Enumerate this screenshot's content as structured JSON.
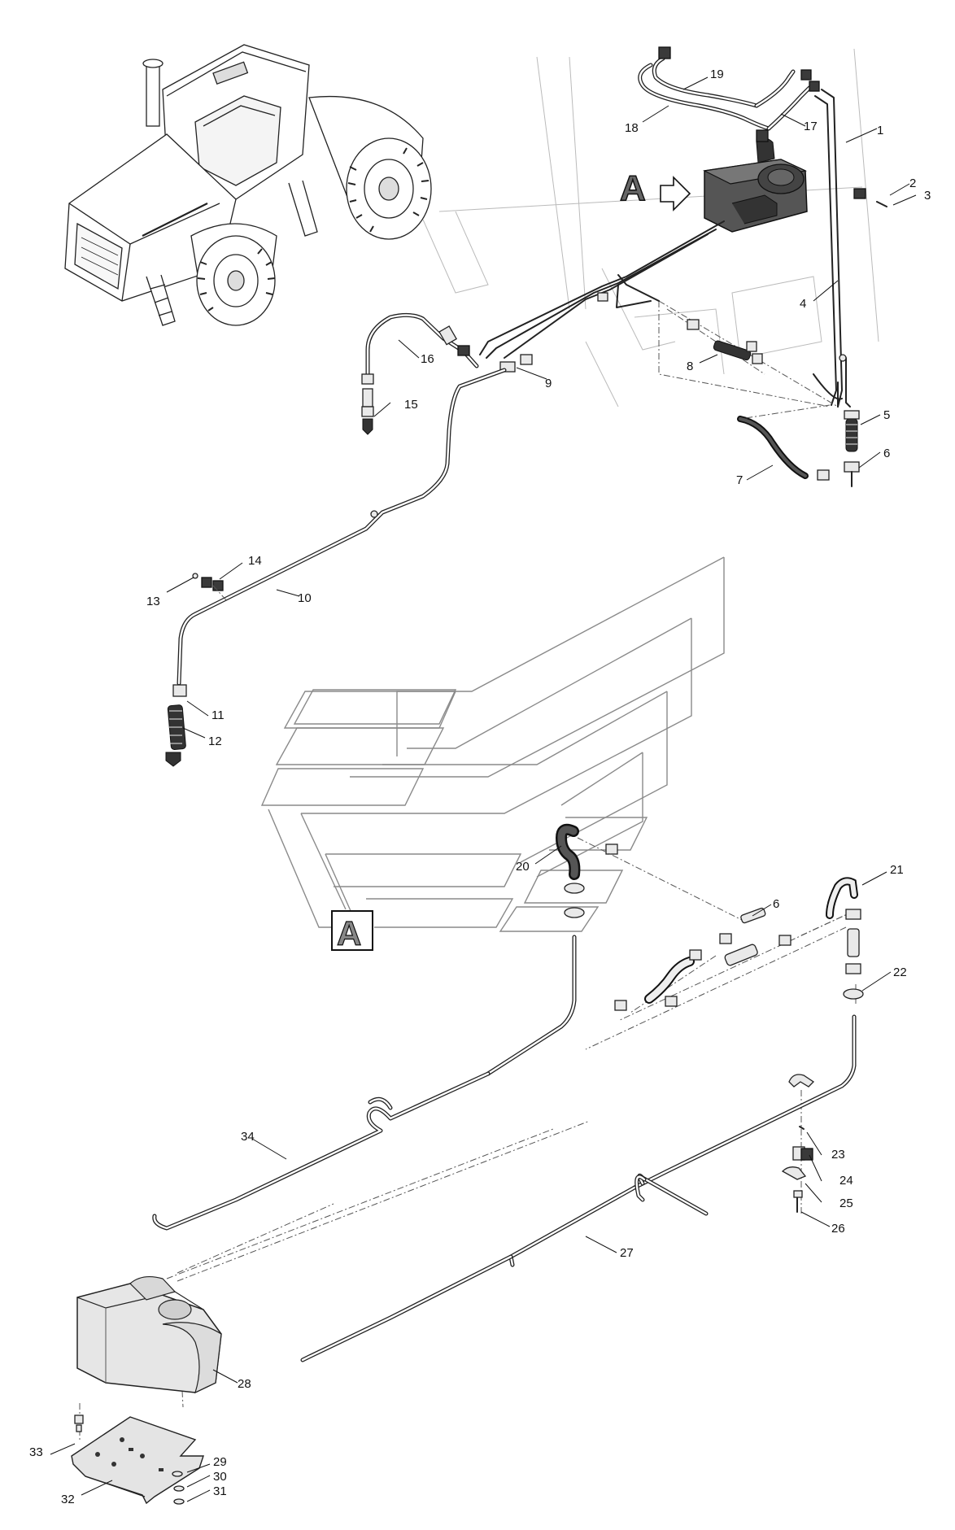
{
  "view_label": "A",
  "callouts": [
    {
      "id": "c1",
      "text": "1"
    },
    {
      "id": "c2",
      "text": "2"
    },
    {
      "id": "c3",
      "text": "3"
    },
    {
      "id": "c4",
      "text": "4"
    },
    {
      "id": "c5",
      "text": "5"
    },
    {
      "id": "c6a",
      "text": "6"
    },
    {
      "id": "c7",
      "text": "7"
    },
    {
      "id": "c8",
      "text": "8"
    },
    {
      "id": "c9",
      "text": "9"
    },
    {
      "id": "c10",
      "text": "10"
    },
    {
      "id": "c11",
      "text": "11"
    },
    {
      "id": "c12",
      "text": "12"
    },
    {
      "id": "c13",
      "text": "13"
    },
    {
      "id": "c14",
      "text": "14"
    },
    {
      "id": "c15",
      "text": "15"
    },
    {
      "id": "c16",
      "text": "16"
    },
    {
      "id": "c17",
      "text": "17"
    },
    {
      "id": "c18",
      "text": "18"
    },
    {
      "id": "c19",
      "text": "19"
    },
    {
      "id": "c20",
      "text": "20"
    },
    {
      "id": "c21",
      "text": "21"
    },
    {
      "id": "c22",
      "text": "22"
    },
    {
      "id": "c6b",
      "text": "6"
    },
    {
      "id": "c23",
      "text": "23"
    },
    {
      "id": "c24",
      "text": "24"
    },
    {
      "id": "c25",
      "text": "25"
    },
    {
      "id": "c26",
      "text": "26"
    },
    {
      "id": "c27",
      "text": "27"
    },
    {
      "id": "c28",
      "text": "28"
    },
    {
      "id": "c29",
      "text": "29"
    },
    {
      "id": "c30",
      "text": "30"
    },
    {
      "id": "c31",
      "text": "31"
    },
    {
      "id": "c32",
      "text": "32"
    },
    {
      "id": "c33",
      "text": "33"
    },
    {
      "id": "c34",
      "text": "34"
    }
  ]
}
